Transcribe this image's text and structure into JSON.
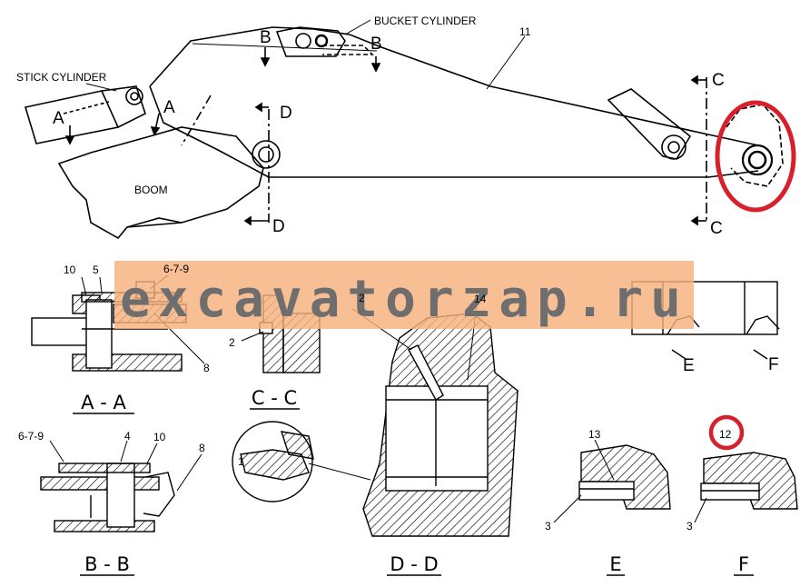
{
  "labels": {
    "bucket_cylinder": "BUCKET CYLINDER",
    "stick_cylinder": "STICK CYLINDER",
    "boom": "BOOM",
    "part_11": "11",
    "part_10a": "10",
    "part_5": "5",
    "part_679a": "6-7-9",
    "part_8a": "8",
    "part_2a": "2",
    "part_2b": "2",
    "part_14": "14",
    "part_1": "1",
    "part_679b": "6-7-9",
    "part_4": "4",
    "part_10b": "10",
    "part_8b": "8",
    "part_13": "13",
    "part_3a": "3",
    "part_12": "12",
    "part_3b": "3"
  },
  "cut_marks": {
    "a1": "A",
    "a2": "A",
    "b1": "B",
    "b2": "B",
    "c1": "C",
    "c2": "C",
    "d1": "D",
    "d2": "D",
    "e": "E",
    "f": "F"
  },
  "sections": {
    "aa": "A - A",
    "bb": "B - B",
    "cc": "C - C",
    "dd": "D - D",
    "e": "E",
    "f": "F"
  },
  "watermark": "excavatorzap.ru",
  "colors": {
    "line": "#000000",
    "highlight": "#d8202a",
    "watermark_band": "#f7b07c",
    "watermark_text": "#6e6e6e"
  }
}
